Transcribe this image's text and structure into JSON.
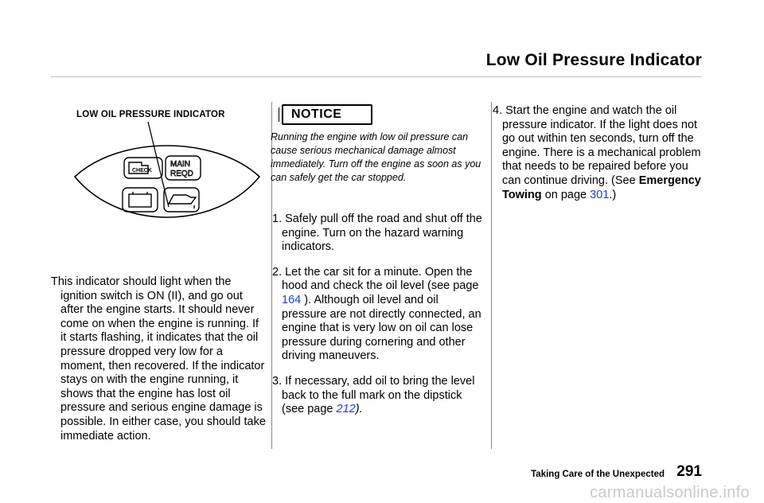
{
  "header": {
    "title": "Low Oil Pressure Indicator"
  },
  "figure": {
    "label": "LOW OIL PRESSURE INDICATOR",
    "check_text": "CHECK",
    "main_text": "MAIN",
    "reqd_text": "REQD"
  },
  "left": {
    "paragraph": "This indicator should light when the ignition switch is ON (II), and go out after the engine starts. It should never come on when the engine is running. If it starts flashing, it indicates that the oil pressure dropped very low for a moment, then recovered. If the indicator stays on with the engine running, it shows that the engine has lost oil pressure and serious engine damage is possible. In either case, you should take immediate action."
  },
  "middle": {
    "notice_label": "NOTICE",
    "notice_text": "Running the engine with low oil pressure can cause serious mechanical damage almost immediately. Turn off the engine as soon as you can safely get the car stopped.",
    "step1": "1. Safely pull off the road and shut off the engine. Turn on the hazard warning indicators.",
    "step2_before": "2. Let the car sit for a minute. Open the hood and check the oil level (see page ",
    "step2_page": "164",
    "step2_after": " ). Although oil level and oil pressure are not directly connected, an engine that is very low on oil can lose pressure during cornering and other driving maneuvers.",
    "step3_before": "3. If necessary, add oil to bring the level back to the full mark on the dipstick (see page ",
    "step3_page": "212",
    "step3_after": ")."
  },
  "right": {
    "step4_before": "4. Start the engine and watch the oil pressure indicator. If the light does not go out within ten seconds, turn off the engine. There is a mechanical problem that needs to be repaired before you can continue driving. (See ",
    "step4_bold": "Emergency Towing",
    "step4_middle": " on page ",
    "step4_page": "301",
    "step4_after": ".)"
  },
  "footer": {
    "section_label": "Taking Care of the Unexpected",
    "page_number": "291"
  },
  "watermark": "carmanualsonline.info"
}
